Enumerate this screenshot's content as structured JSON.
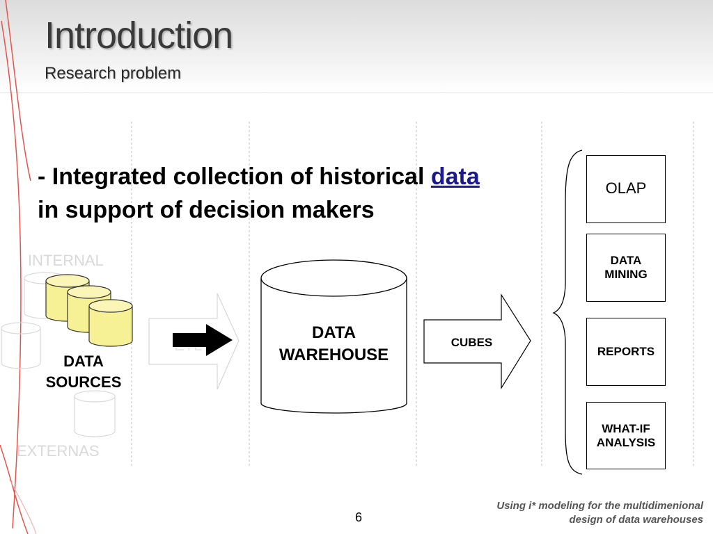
{
  "slide": {
    "title": "Introduction",
    "subtitle": "Research problem",
    "headline_prefix": "- Integrated collection of historical",
    "headline_link": "data",
    "headline_suffix": "in support of decision makers",
    "page_number": "6",
    "footer_line1": "Using i* modeling for the multidimenional",
    "footer_line2": "design of data warehouses"
  },
  "diagram": {
    "ghost_internal": "INTERNAL",
    "ghost_externas": "EXTERNAS",
    "ghost_etl": "ETL",
    "sources_line1": "DATA",
    "sources_line2": "SOURCES",
    "warehouse_line1": "DATA",
    "warehouse_line2": "WAREHOUSE",
    "cubes": "CUBES",
    "tools": [
      {
        "line1": "OLAP",
        "line2": ""
      },
      {
        "line1": "DATA",
        "line2": "MINING"
      },
      {
        "line1": "REPORTS",
        "line2": ""
      },
      {
        "line1": "WHAT-IF",
        "line2": "ANALYSIS"
      }
    ]
  },
  "colors": {
    "cylinder_fill": "#f7f196",
    "link": "#1b1b8f",
    "accent_red": "#e5534b"
  }
}
